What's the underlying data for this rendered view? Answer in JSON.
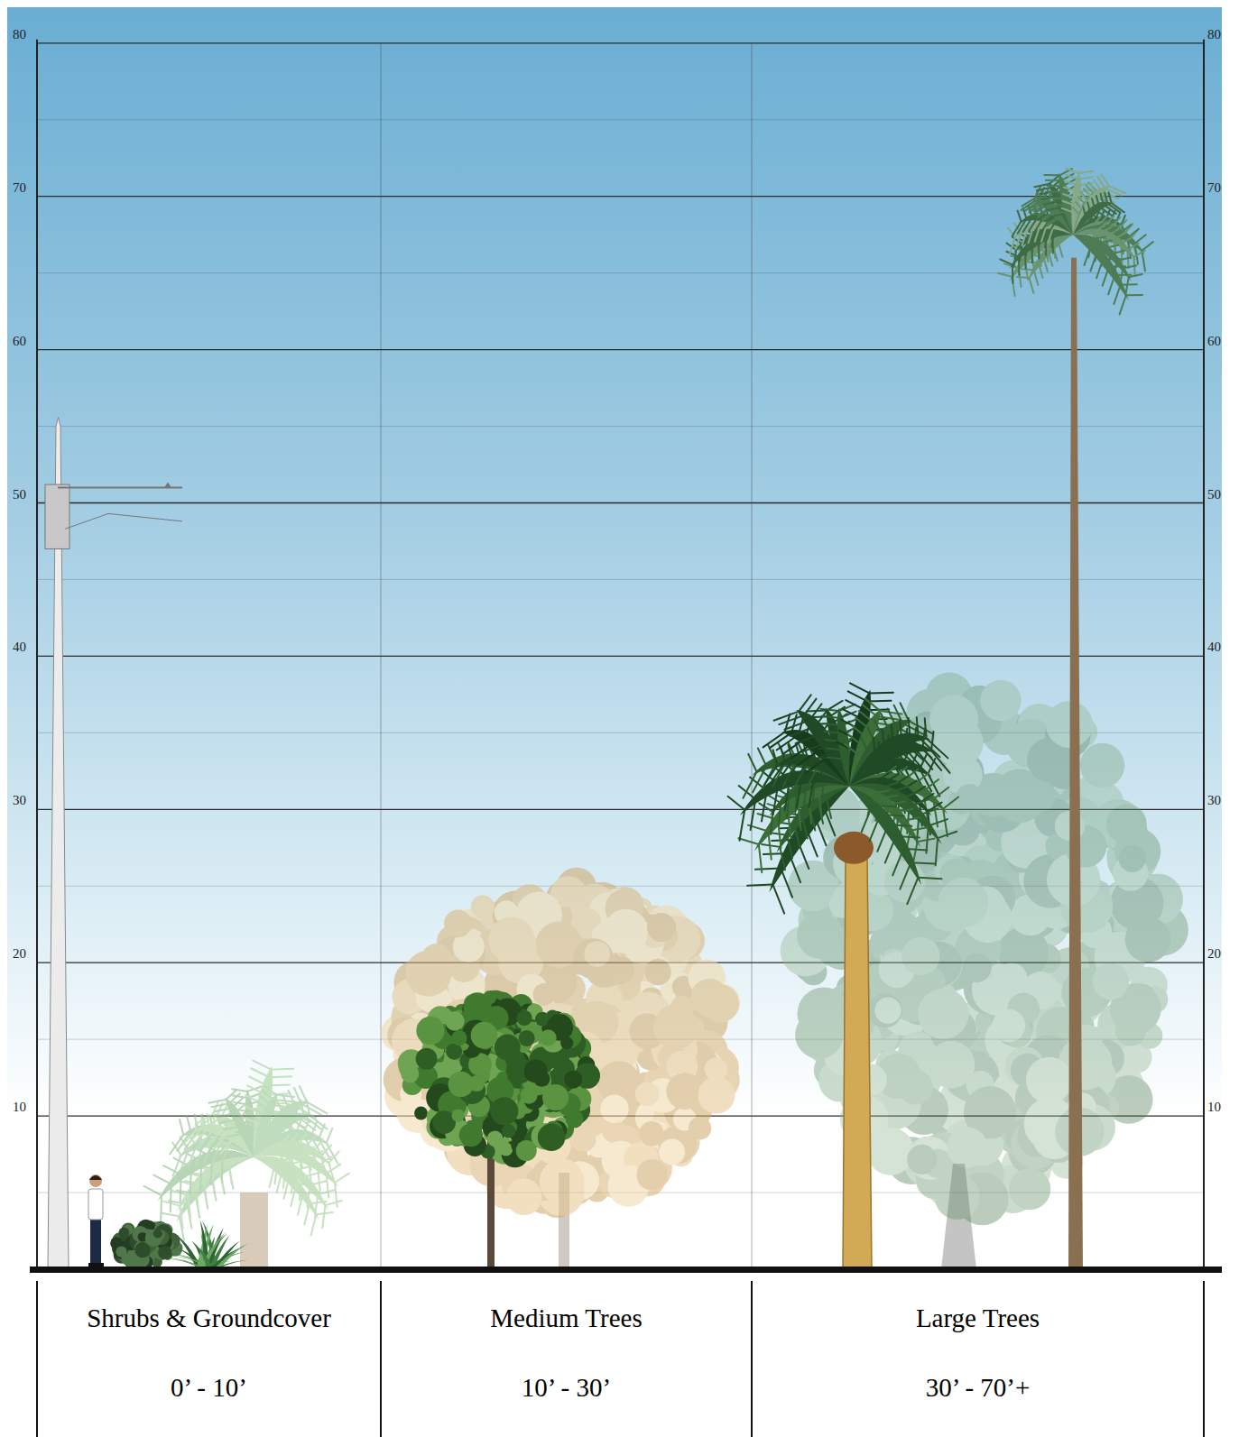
{
  "diagram": {
    "nodes": [
      {
        "text": [
          "Shrubs & Groundcover",
          "0’ - 10’"
        ]
      },
      {
        "text": [
          "Medium Trees",
          "10’ - 30’"
        ]
      },
      {
        "text": [
          "Large Trees",
          "30’ - 70’+"
        ]
      }
    ],
    "labels": [
      "80",
      "70",
      "60",
      "50",
      "40",
      "30",
      "20",
      "10",
      "80",
      "70",
      "60",
      "50",
      "40",
      "30",
      "20",
      "10"
    ]
  }
}
